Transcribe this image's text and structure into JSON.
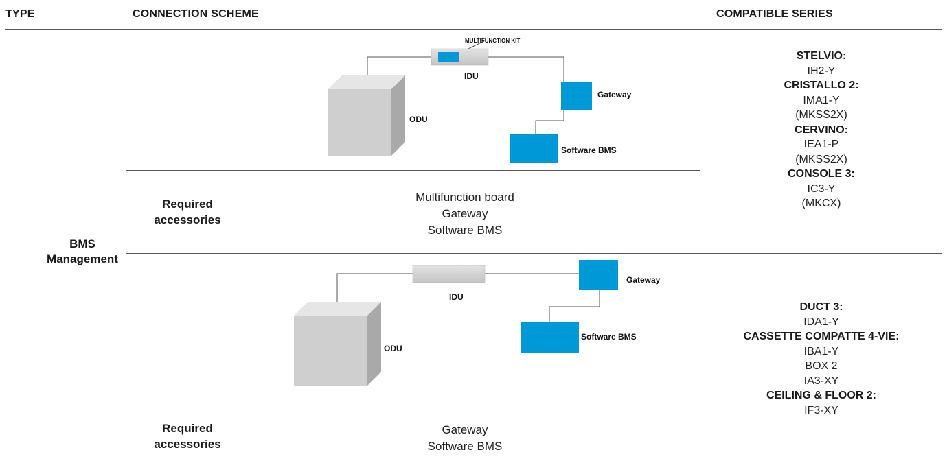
{
  "headers": {
    "type": "TYPE",
    "connection_scheme": "CONNECTION SCHEME",
    "compatible_series": "COMPATIBLE SERIES"
  },
  "type_label": "BMS Management",
  "colors": {
    "blue": "#0099d8",
    "grey_box": "#d0d0d0",
    "rule": "#555555"
  },
  "scheme1": {
    "labels": {
      "multifunction_kit": "MULTIFUNCTION KIT",
      "idu": "IDU",
      "odu": "ODU",
      "gateway": "Gateway",
      "software_bms": "Software BMS"
    },
    "required_label": "Required accessories",
    "accessories": [
      "Multifunction board",
      "Gateway",
      "Software BMS"
    ]
  },
  "scheme2": {
    "labels": {
      "idu": "IDU",
      "odu": "ODU",
      "gateway": "Gateway",
      "software_bms": "Software BMS"
    },
    "required_label": "Required accessories",
    "accessories": [
      "Gateway",
      "Software BMS"
    ]
  },
  "series_group1": [
    {
      "name": "STELVIO:",
      "models": [
        "IH2-Y"
      ]
    },
    {
      "name": "CRISTALLO 2:",
      "models": [
        "IMA1-Y",
        "(MKSS2X)"
      ]
    },
    {
      "name": "CERVINO:",
      "models": [
        "IEA1-P",
        "(MKSS2X)"
      ]
    },
    {
      "name": "CONSOLE 3:",
      "models": [
        "IC3-Y",
        "(MKCX)"
      ]
    }
  ],
  "series_group2": [
    {
      "name": "DUCT 3:",
      "models": [
        "IDA1-Y"
      ]
    },
    {
      "name": "CASSETTE COMPATTE 4-VIE:",
      "models": [
        "IBA1-Y",
        "BOX 2",
        "IA3-XY"
      ]
    },
    {
      "name": "CEILING & FLOOR 2:",
      "models": [
        "IF3-XY"
      ]
    }
  ]
}
